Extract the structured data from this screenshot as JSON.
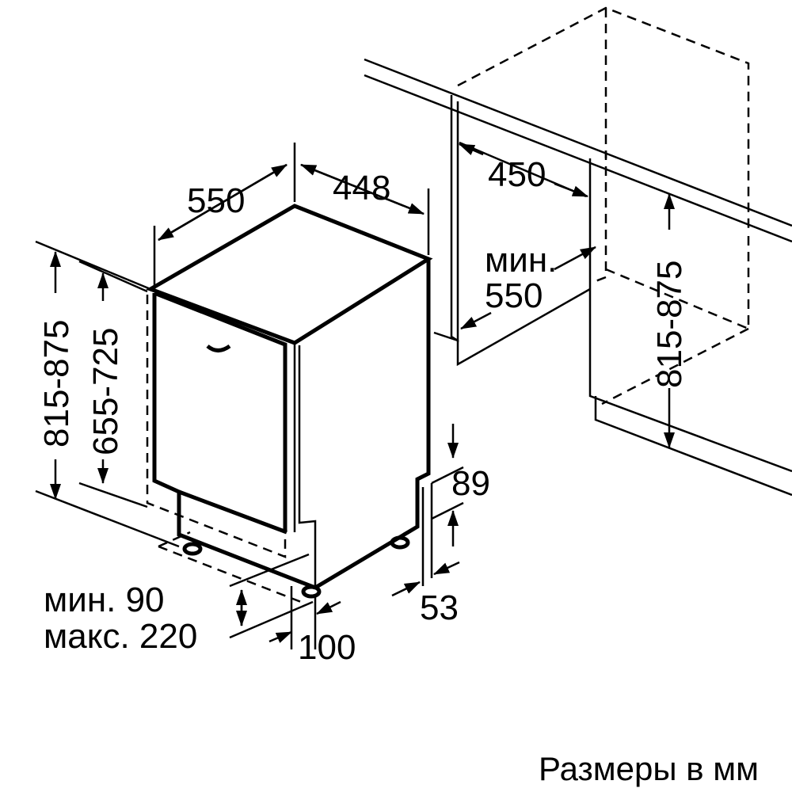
{
  "dimensions": {
    "depth": "550",
    "width": "448",
    "niche_depth": "450",
    "niche_width_label": "мин.",
    "niche_width_value": "550",
    "niche_height_right": "815-875",
    "height_left": "815-875",
    "door_height": "655-725",
    "plinth_label_min": "мин. 90",
    "plinth_label_max": "макс. 220",
    "foot_offset": "100",
    "plinth_depth": "53",
    "step_height": "89"
  },
  "caption": "Размеры в мм"
}
